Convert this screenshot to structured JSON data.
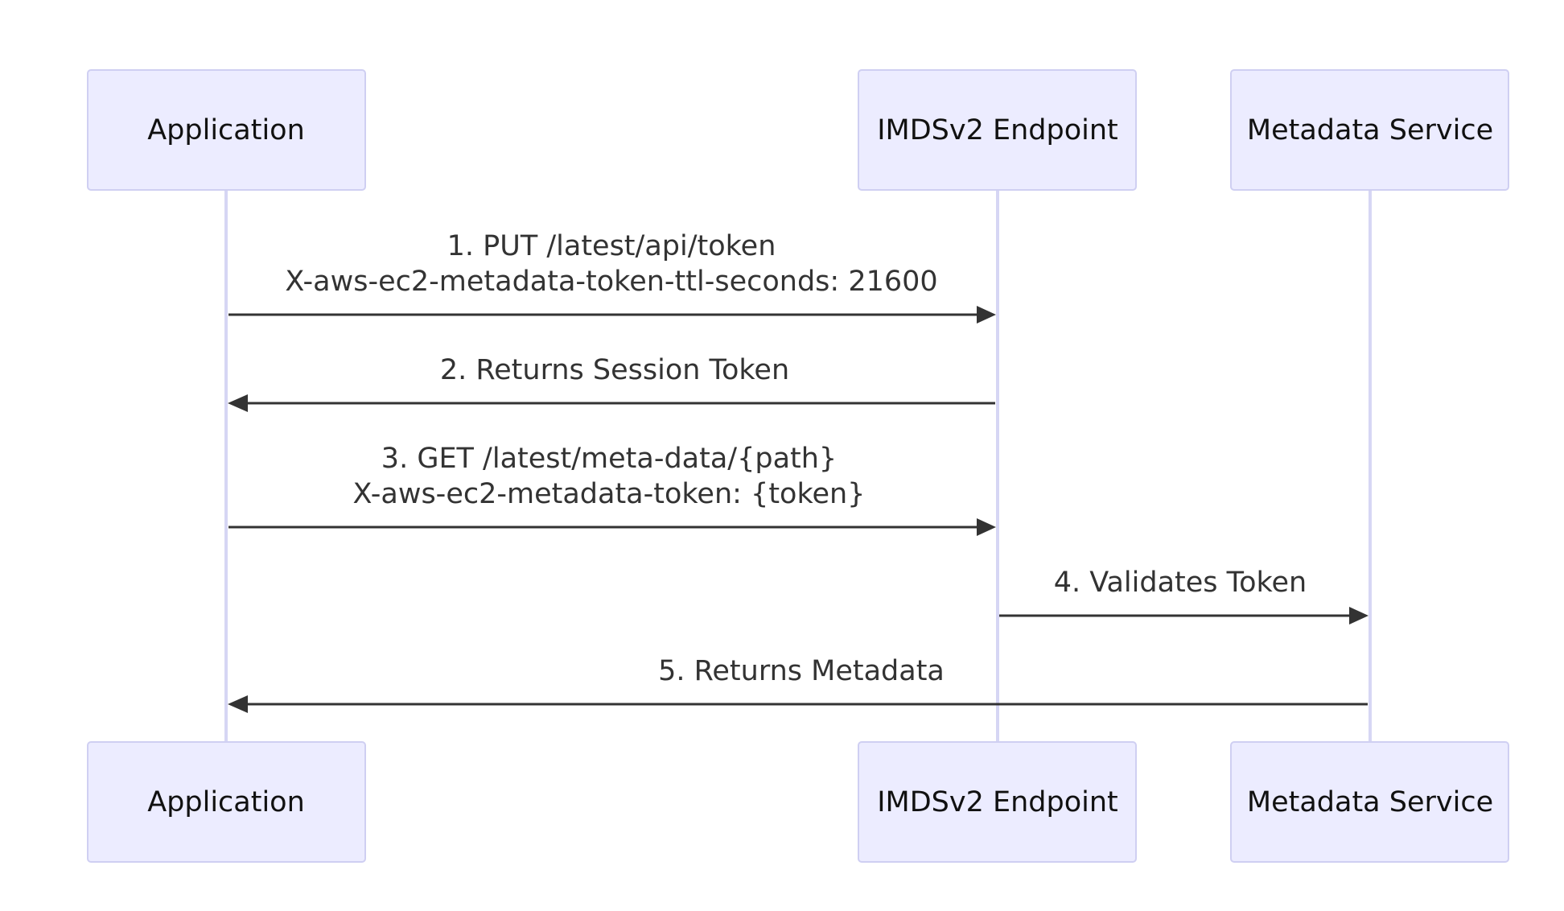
{
  "participants": [
    {
      "id": "app",
      "label": "Application"
    },
    {
      "id": "imds",
      "label": "IMDSv2 Endpoint"
    },
    {
      "id": "meta",
      "label": "Metadata Service"
    }
  ],
  "messages": [
    {
      "from": "app",
      "to": "imds",
      "lines": [
        "1. PUT /latest/api/token",
        "X-aws-ec2-metadata-token-ttl-seconds: 21600"
      ]
    },
    {
      "from": "imds",
      "to": "app",
      "lines": [
        "2. Returns Session Token"
      ]
    },
    {
      "from": "app",
      "to": "imds",
      "lines": [
        "3. GET /latest/meta-data/{path}",
        "X-aws-ec2-metadata-token: {token}"
      ]
    },
    {
      "from": "imds",
      "to": "meta",
      "lines": [
        "4. Validates Token"
      ]
    },
    {
      "from": "meta",
      "to": "app",
      "lines": [
        "5. Returns Metadata"
      ]
    }
  ],
  "colors": {
    "actor_fill": "#ECECFF",
    "actor_border": "#CFCFF2",
    "lifeline": "#D6D6F4",
    "arrow": "#333333"
  }
}
